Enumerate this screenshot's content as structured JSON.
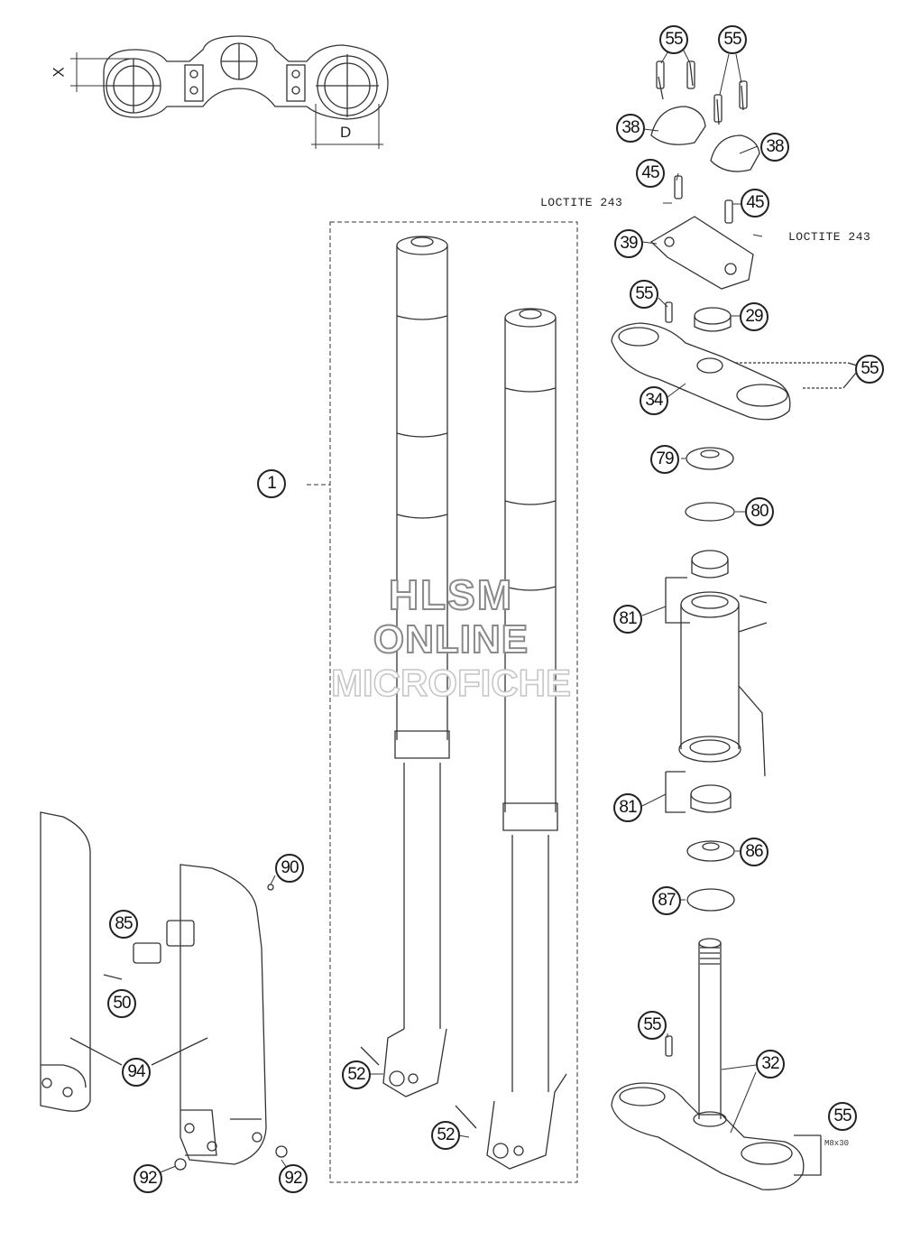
{
  "callouts": [
    {
      "id": "c55a",
      "label": "55"
    },
    {
      "id": "c55b",
      "label": "55"
    },
    {
      "id": "c38a",
      "label": "38"
    },
    {
      "id": "c38b",
      "label": "38"
    },
    {
      "id": "c45a",
      "label": "45"
    },
    {
      "id": "c45b",
      "label": "45"
    },
    {
      "id": "c39",
      "label": "39"
    },
    {
      "id": "c55c",
      "label": "55"
    },
    {
      "id": "c29",
      "label": "29"
    },
    {
      "id": "c55d",
      "label": "55"
    },
    {
      "id": "c34",
      "label": "34"
    },
    {
      "id": "c1",
      "label": "1"
    },
    {
      "id": "c79",
      "label": "79"
    },
    {
      "id": "c80",
      "label": "80"
    },
    {
      "id": "c81a",
      "label": "81"
    },
    {
      "id": "c81b",
      "label": "81"
    },
    {
      "id": "c86",
      "label": "86"
    },
    {
      "id": "c87",
      "label": "87"
    },
    {
      "id": "c90",
      "label": "90"
    },
    {
      "id": "c85",
      "label": "85"
    },
    {
      "id": "c50",
      "label": "50"
    },
    {
      "id": "c94",
      "label": "94"
    },
    {
      "id": "c52a",
      "label": "52"
    },
    {
      "id": "c52b",
      "label": "52"
    },
    {
      "id": "c55e",
      "label": "55"
    },
    {
      "id": "c32",
      "label": "32"
    },
    {
      "id": "c55f",
      "label": "55"
    },
    {
      "id": "c92a",
      "label": "92"
    },
    {
      "id": "c92b",
      "label": "92"
    }
  ],
  "notes": {
    "loctite_left": "LOCTITE 243",
    "loctite_right": "LOCTITE 243",
    "torque_tag": "M8x30"
  },
  "dimensions": {
    "x_label": "X",
    "d_label": "D"
  },
  "watermark": {
    "line1": "HLSM",
    "line2": "ONLINE",
    "line3": "MICROFICHE"
  }
}
